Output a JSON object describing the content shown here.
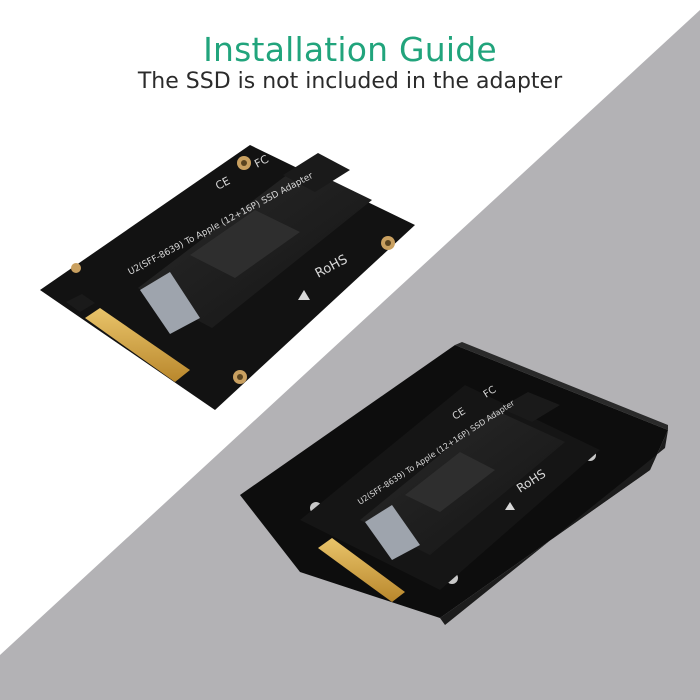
{
  "header": {
    "title": "Installation Guide",
    "subtitle": "The SSD is not included in the adapter"
  },
  "colors": {
    "title": "#21a47c",
    "subtitle": "#2b2b2b",
    "background_gray": "#b3b2b5",
    "pcb": "#121212",
    "bracket": "#0d0d0d"
  },
  "board_top": {
    "silkscreen": "U2(SFF-8639) To Apple (12+16P) SSD Adapter",
    "rohs": "RoHS",
    "ce": "CE",
    "fc": "FC"
  },
  "board_bottom": {
    "silkscreen": "U2(SFF-8639) To Apple (12+16P) SSD Adapter",
    "rohs": "RoHS",
    "ce": "CE",
    "fc": "FC"
  }
}
